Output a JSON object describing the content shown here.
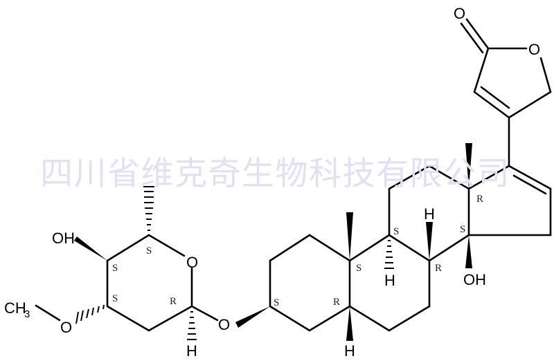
{
  "watermark": {
    "text": "四川省维克奇生物科技有限公司",
    "color": "#e0e2f4"
  },
  "molecule": {
    "description": "Cardenolide glycoside: steroid core with butenolide lactone at C17 and 2,6-dideoxy-3-O-methyl sugar at C3",
    "atom_labels": {
      "lactone_carbonyl_o": "O",
      "lactone_ring_o": "O",
      "sugar_oh": "OH",
      "methoxy_ch": "CH",
      "methoxy_sub": "3",
      "methoxy_o": "O",
      "sugar_ring_o": "O",
      "glycosidic_o": "O",
      "sugar_anomeric_h": "H",
      "c14_oh": "OH",
      "c9_h": "H",
      "c8_h": "H",
      "c5_h": "H"
    },
    "stereo_labels": {
      "sugar_c5": "S",
      "sugar_c4": "S",
      "sugar_c3": "S",
      "sugar_c1": "R",
      "c3": "S",
      "c5": "R",
      "c10": "S",
      "c9": "S",
      "c8": "R",
      "c14": "S",
      "c13": "R"
    },
    "bond_color": "#000000"
  }
}
